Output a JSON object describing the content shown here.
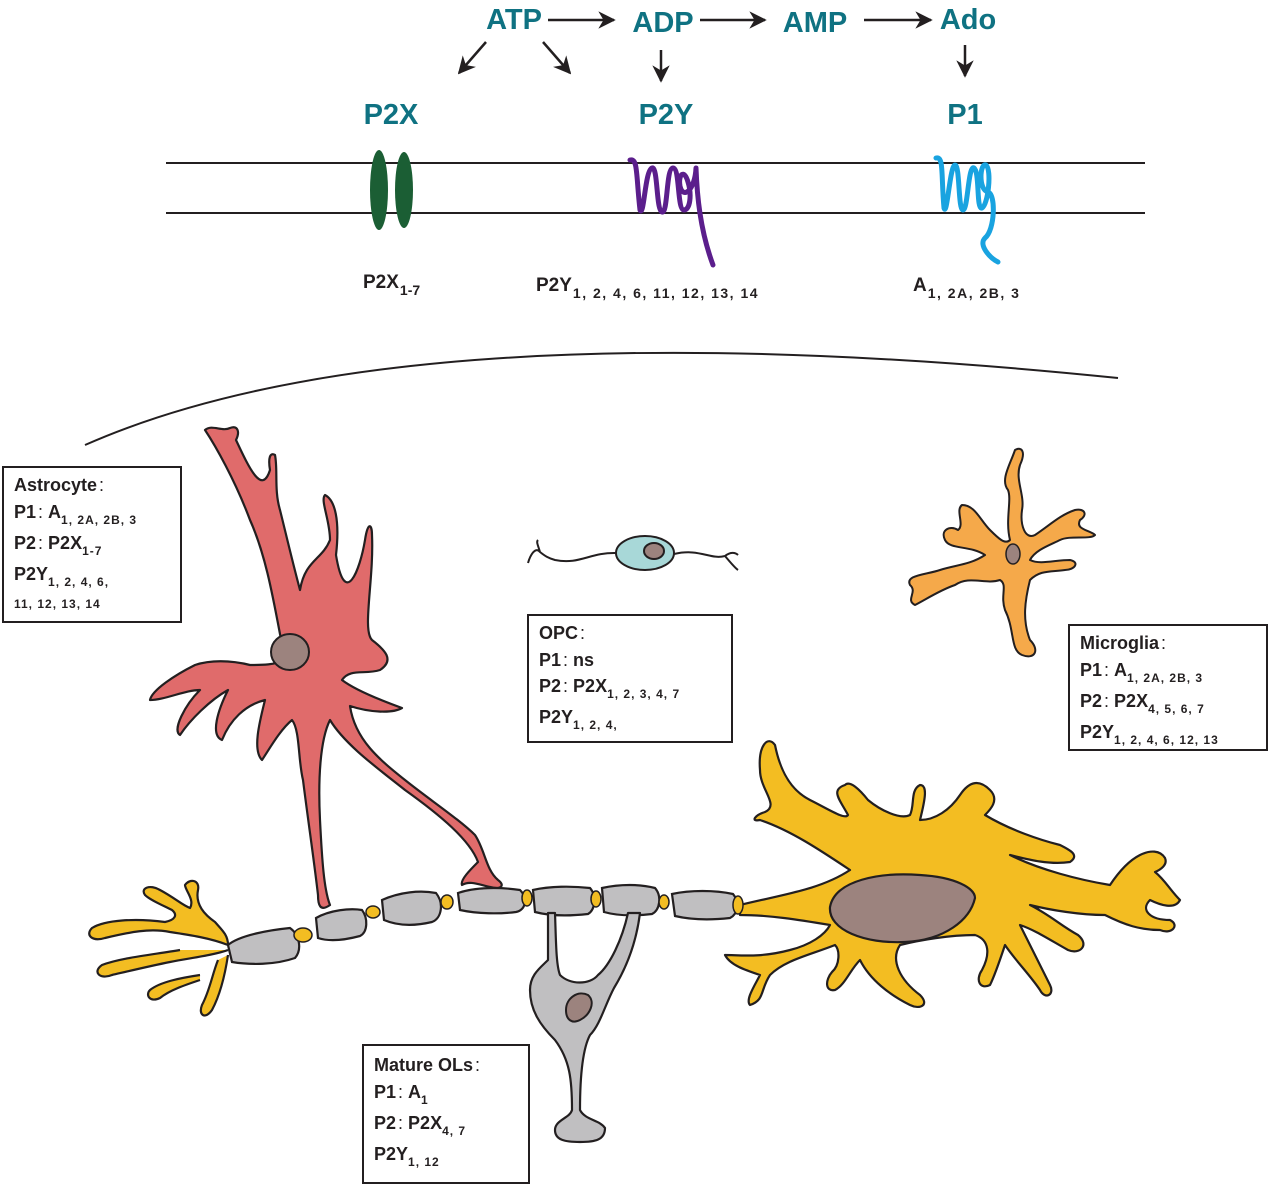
{
  "pathway": {
    "molecules": [
      "ATP",
      "ADP",
      "AMP",
      "Ado"
    ],
    "receptor_families": [
      {
        "name": "P2X",
        "color": "#1b5e34",
        "subtypes_label": "P2X",
        "subtypes": "1-7"
      },
      {
        "name": "P2Y",
        "color": "#5b1e8c",
        "subtypes_label": "P2Y",
        "subtypes": "1, 2, 4, 6, 11, 12, 13, 14"
      },
      {
        "name": "P1",
        "color": "#19a3e0",
        "subtypes_label": "A",
        "subtypes": "1, 2A, 2B, 3"
      }
    ],
    "text_color": "#0f7282"
  },
  "cells": {
    "astrocyte": {
      "title": "Astrocyte",
      "p1_label": "P1",
      "p1_receptor": "A",
      "p1_subtypes": "1, 2A, 2B, 3",
      "p2_label": "P2",
      "p2x_receptor": "P2X",
      "p2x_subtypes": "1-7",
      "p2y_receptor": "P2Y",
      "p2y_subtypes": "1, 2, 4, 6,",
      "p2y_subtypes_cont": "11, 12, 13, 14",
      "color": "#e06b6b"
    },
    "opc": {
      "title": "OPC",
      "p1_label": "P1",
      "p1_receptor": "ns",
      "p2_label": "P2",
      "p2x_receptor": "P2X",
      "p2x_subtypes": "1, 2, 3, 4, 7",
      "p2y_receptor": "P2Y",
      "p2y_subtypes": "1, 2, 4,",
      "color": "#a8d8d8"
    },
    "microglia": {
      "title": "Microglia",
      "p1_label": "P1",
      "p1_receptor": "A",
      "p1_subtypes": "1, 2A, 2B, 3",
      "p2_label": "P2",
      "p2x_receptor": "P2X",
      "p2x_subtypes": "4, 5, 6, 7",
      "p2y_receptor": "P2Y",
      "p2y_subtypes": "1, 2, 4, 6, 12, 13",
      "color": "#f5a94a"
    },
    "mature_ols": {
      "title": "Mature OLs",
      "p1_label": "P1",
      "p1_receptor": "A",
      "p1_subtypes": "1",
      "p2_label": "P2",
      "p2x_receptor": "P2X",
      "p2x_subtypes": "4, 7",
      "p2y_receptor": "P2Y",
      "p2y_subtypes": "1, 12",
      "color": "#c0bfc1"
    },
    "neuron": {
      "color": "#f3bd22"
    },
    "nucleus_color": "#9c837e"
  },
  "punct": {
    "colon": ":"
  }
}
